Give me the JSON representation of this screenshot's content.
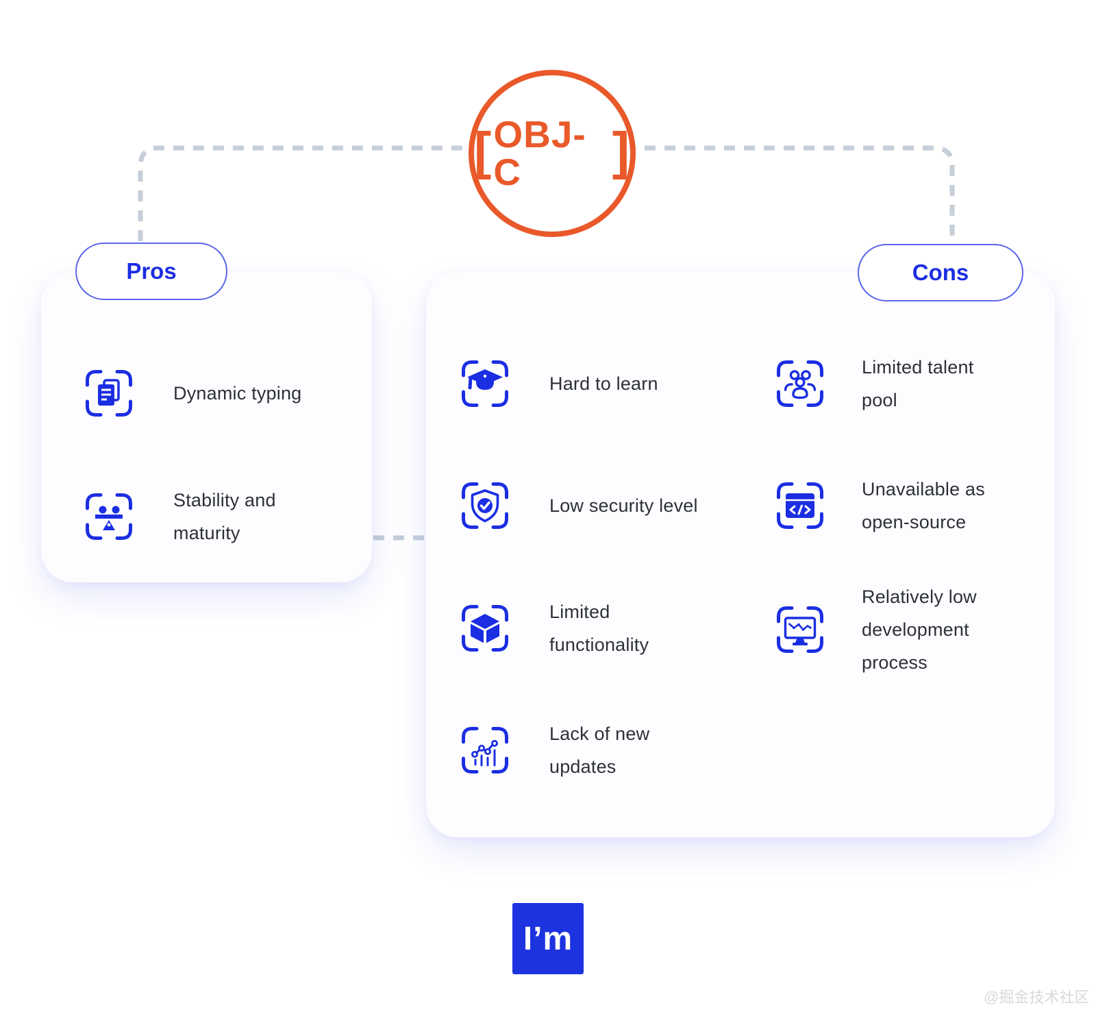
{
  "center": {
    "bracket_left": "[",
    "label": "OBJ-C",
    "bracket_right": "]"
  },
  "pros": {
    "title": "Pros",
    "items": [
      {
        "icon": "document-icon",
        "label": "Dynamic typing"
      },
      {
        "icon": "balance-scale-icon",
        "label": "Stability and maturity"
      }
    ]
  },
  "cons": {
    "title": "Cons",
    "col_left": [
      {
        "icon": "graduation-cap-icon",
        "label": "Hard to learn"
      },
      {
        "icon": "shield-check-icon",
        "label": "Low security level"
      },
      {
        "icon": "cube-icon",
        "label": "Limited functionality"
      },
      {
        "icon": "line-chart-icon",
        "label": "Lack of new updates"
      }
    ],
    "col_right": [
      {
        "icon": "people-group-icon",
        "label": "Limited talent pool"
      },
      {
        "icon": "code-window-icon",
        "label": "Unavailable as open-source"
      },
      {
        "icon": "monitor-chart-icon",
        "label": "Relatively low development process"
      }
    ]
  },
  "logo": {
    "text": "I’m"
  },
  "watermark": {
    "text": "@掘金技术社区"
  },
  "colors": {
    "accent_blue": "#1b2ee2",
    "orange": "#e9592a",
    "dash_gray": "#c5ced9",
    "text_dark": "#2c3038",
    "pill_border": "#5a66e8",
    "logo_blue": "#1d33e0"
  }
}
